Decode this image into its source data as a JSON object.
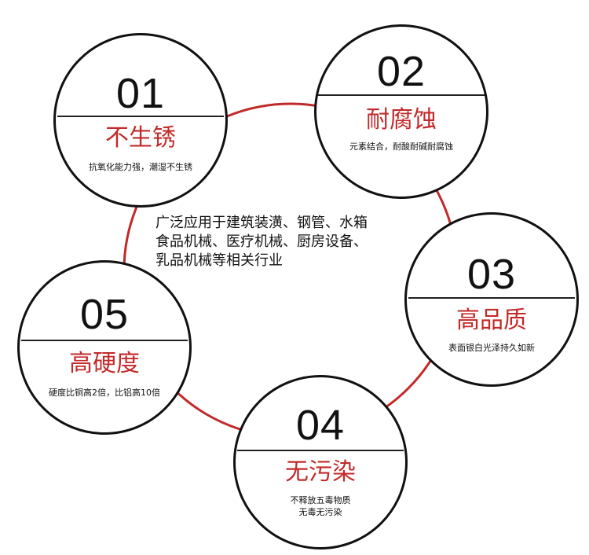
{
  "ring_color": "#c22a2a",
  "title_color": "#c22a2a",
  "center_text": {
    "lines": [
      "广泛应用于建筑装潢、钢管、水箱",
      "食品机械、医疗机械、厨房设备、",
      "乳品机械等相关行业"
    ]
  },
  "features": [
    {
      "number": "01",
      "title": "不生锈",
      "desc": [
        "抗氧化能力强，潮湿不生锈"
      ]
    },
    {
      "number": "02",
      "title": "耐腐蚀",
      "desc": [
        "元素结合，耐酸耐碱耐腐蚀"
      ]
    },
    {
      "number": "03",
      "title": "高品质",
      "desc": [
        "表面银白光泽持久如新"
      ]
    },
    {
      "number": "04",
      "title": "无污染",
      "desc": [
        "不释放五毒物质",
        "无毒无污染"
      ]
    },
    {
      "number": "05",
      "title": "高硬度",
      "desc": [
        "硬度比铜高2倍，比铝高10倍"
      ]
    }
  ]
}
